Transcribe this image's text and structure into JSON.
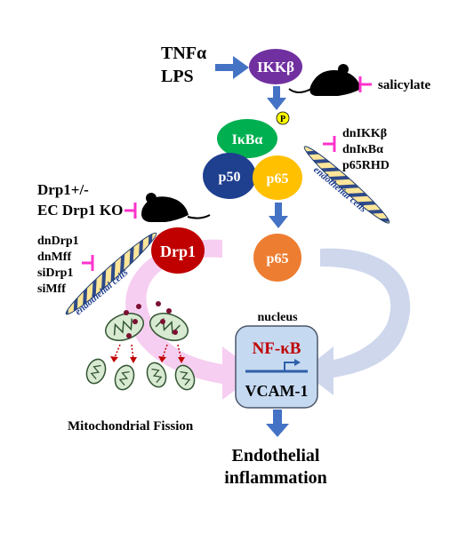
{
  "stimuli": {
    "line1": "TNFα",
    "line2": "LPS"
  },
  "ikkb": {
    "label": "IKKβ",
    "color": "#7030a0"
  },
  "salicylate": {
    "label": "salicylate"
  },
  "inhibit_color": "#ff33cc",
  "ikba": {
    "label": "IκBα",
    "color": "#00b050",
    "phospho": "P"
  },
  "p50": {
    "label": "p50",
    "color": "#1f3f8f"
  },
  "p65_complex": {
    "label": "p65",
    "color": "#ffc000"
  },
  "right_inhibitors": {
    "line1": "dnIKKβ",
    "line2": "dnIκBα",
    "line3": "p65RHD"
  },
  "endothelial_label": "endothelial cells",
  "drp1_mouse": {
    "line1": "Drp1+/-",
    "line2": "EC Drp1 KO"
  },
  "drp1": {
    "label": "Drp1",
    "color": "#c00000"
  },
  "p65_free": {
    "label": "p65",
    "color": "#ed7d31"
  },
  "left_inhibitors": {
    "line1": "dnDrp1",
    "line2": "dnMff",
    "line3": "siDrp1",
    "line4": "siMff"
  },
  "nucleus": {
    "label": "nucleus",
    "color": "#c5d9f1"
  },
  "nfkb": {
    "label": "NF-κB",
    "color": "#c00000"
  },
  "vcam": {
    "label": "VCAM-1"
  },
  "fission": {
    "label": "Mitochondrial Fission"
  },
  "outcome": {
    "line1": "Endothelial",
    "line2": "inflammation"
  },
  "arrow_color": "#4472c4"
}
